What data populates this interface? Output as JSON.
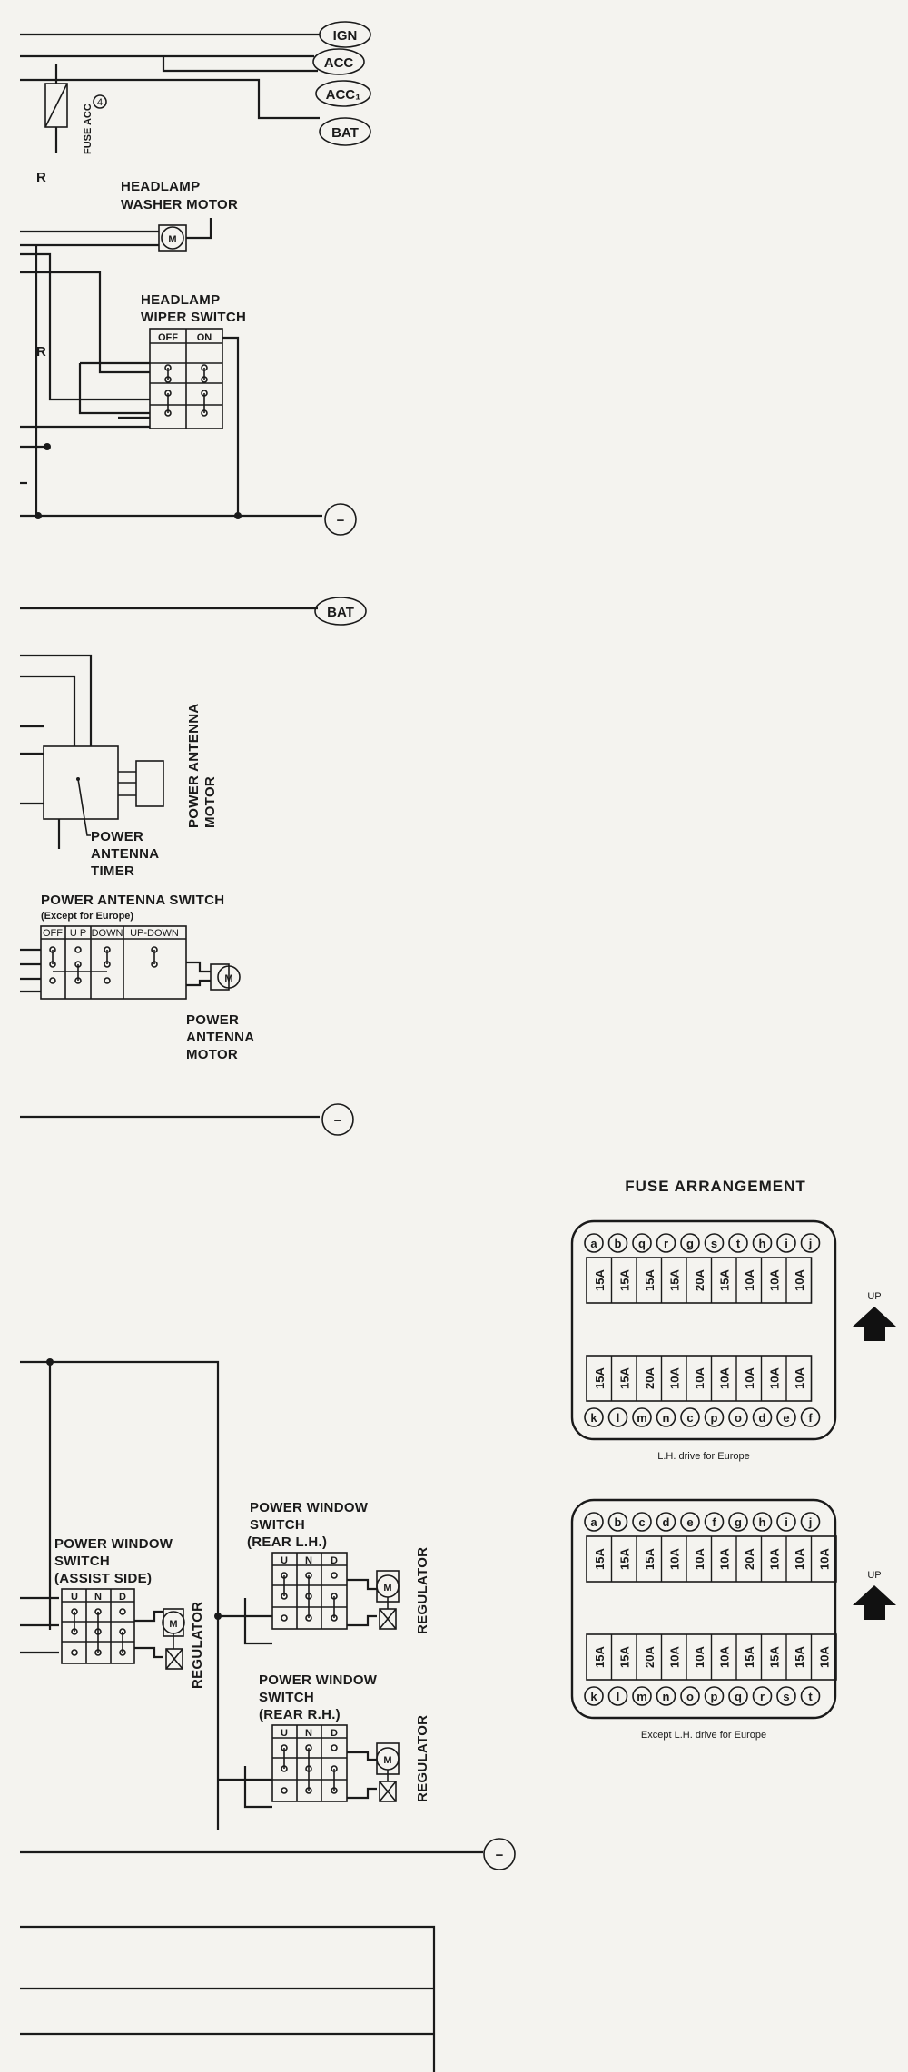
{
  "terminals": {
    "ign": "IGN",
    "acc": "ACC",
    "acc1": "ACC₁",
    "bat": "BAT",
    "bat2": "BAT",
    "ground": "−"
  },
  "labels": {
    "fuse_acc": "FUSE ACC",
    "fuse_acc_mark": "4",
    "stray_r1": "R",
    "stray_r2": "R",
    "headlamp_washer_motor_1": "HEADLAMP",
    "headlamp_washer_motor_2": "WASHER MOTOR",
    "motor_m": "M",
    "headlamp_wiper_switch_1": "HEADLAMP",
    "headlamp_wiper_switch_2": "WIPER SWITCH",
    "wiper_off": "OFF",
    "wiper_on": "ON",
    "power_antenna_motor_v1": "POWER ANTENNA",
    "power_antenna_motor_v2": "MOTOR",
    "power_antenna_timer_1": "POWER",
    "power_antenna_timer_2": "ANTENNA",
    "power_antenna_timer_3": "TIMER",
    "power_antenna_switch_1": "POWER ANTENNA SWITCH",
    "power_antenna_switch_2": "(Except for Europe)",
    "pa_off": "OFF",
    "pa_up": "U P",
    "pa_down": "DOWN",
    "pa_updown": "UP-DOWN",
    "power_antenna_motor_b1": "POWER",
    "power_antenna_motor_b2": "ANTENNA",
    "power_antenna_motor_b3": "MOTOR",
    "pw_assist_1": "POWER WINDOW",
    "pw_assist_2": "SWITCH",
    "pw_assist_3": "(ASSIST SIDE)",
    "pw_rear_lh_1": "POWER WINDOW",
    "pw_rear_lh_2": "SWITCH",
    "pw_rear_lh_3": "(REAR L.H.)",
    "pw_rear_rh_1": "POWER WINDOW",
    "pw_rear_rh_2": "SWITCH",
    "pw_rear_rh_3": "(REAR R.H.)",
    "sw_u": "U",
    "sw_n": "N",
    "sw_d": "D",
    "regulator": "REGULATOR"
  },
  "fuse_arrangement": {
    "title": "FUSE ARRANGEMENT",
    "up_label": "UP",
    "boxes": [
      {
        "top_letters": [
          "a",
          "b",
          "q",
          "r",
          "g",
          "s",
          "t",
          "h",
          "i",
          "j"
        ],
        "top_ratings": [
          "15A",
          "15A",
          "15A",
          "15A",
          "20A",
          "15A",
          "10A",
          "10A",
          "10A"
        ],
        "bottom_ratings": [
          "15A",
          "15A",
          "20A",
          "10A",
          "10A",
          "10A",
          "10A",
          "10A",
          "10A"
        ],
        "bottom_letters": [
          "k",
          "l",
          "m",
          "n",
          "c",
          "p",
          "o",
          "d",
          "e",
          "f"
        ],
        "caption": "L.H. drive for Europe"
      },
      {
        "top_letters": [
          "a",
          "b",
          "c",
          "d",
          "e",
          "f",
          "g",
          "h",
          "i",
          "j"
        ],
        "top_ratings": [
          "15A",
          "15A",
          "15A",
          "10A",
          "10A",
          "10A",
          "20A",
          "10A",
          "10A",
          "10A"
        ],
        "bottom_ratings": [
          "15A",
          "15A",
          "20A",
          "10A",
          "10A",
          "10A",
          "15A",
          "15A",
          "15A",
          "10A"
        ],
        "bottom_letters": [
          "k",
          "l",
          "m",
          "n",
          "o",
          "p",
          "q",
          "r",
          "s",
          "t"
        ],
        "caption": "Except L.H. drive for Europe"
      }
    ]
  }
}
